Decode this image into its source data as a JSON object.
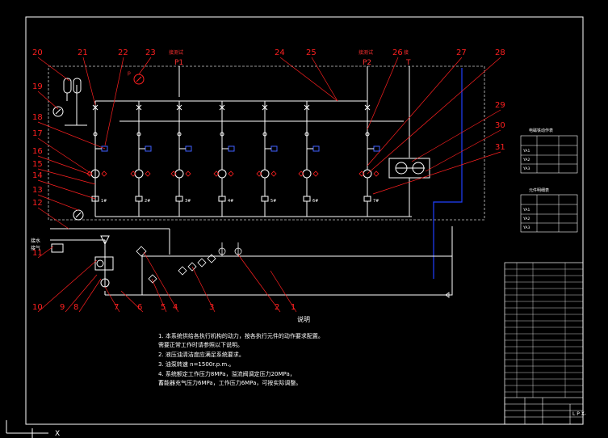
{
  "diagram": {
    "port_labels": {
      "p1": "P1",
      "p2": "P2",
      "t": "T"
    },
    "port_headers": [
      "接测试",
      "接测试",
      "接"
    ],
    "pressure_tag": "p",
    "callouts": [
      "1",
      "2",
      "3",
      "4",
      "5",
      "6",
      "7",
      "8",
      "9",
      "10",
      "11",
      "12",
      "13",
      "14",
      "15",
      "16",
      "17",
      "18",
      "19",
      "20",
      "21",
      "22",
      "23",
      "24",
      "25",
      "26",
      "27",
      "28",
      "29",
      "30",
      "31"
    ],
    "left_labels": [
      "接水",
      "接气"
    ],
    "valve_tags": [
      "1#",
      "2#",
      "3#",
      "4#",
      "5#",
      "6#",
      "7#"
    ],
    "notes": {
      "title": "说明",
      "lines": [
        "1. 本系统供给各执行机构的动力，按各执行元件的动作要求配置。",
        "    需要正常工作时请参照以下说明。",
        "2. 液压油清洁度应满足系统要求。",
        "3. 油泵转速 n=1500r.p.m.。",
        "4. 系统额定工作压力8MPa，溢流阀调定压力20MPa，",
        "    蓄能器充气压力6MPa，工作压力6MPa，可按实际调整。"
      ]
    },
    "table_a": {
      "title": "电磁铁动作表",
      "rows": [
        "YA1",
        "YA2",
        "YA3"
      ]
    },
    "table_b": {
      "title": "元件明细表",
      "rows": [
        "YA1",
        "YA2",
        "YA3"
      ]
    },
    "title_block": {
      "code": "L P X-"
    }
  }
}
